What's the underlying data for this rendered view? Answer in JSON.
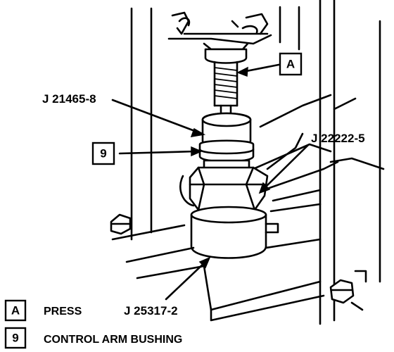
{
  "callouts": {
    "j21465": "J 21465-8",
    "j22222": "J 22222-5",
    "j25317": "J 25317-2",
    "box_a": "A",
    "box_9": "9"
  },
  "legend": [
    {
      "key": "A",
      "text": "PRESS"
    },
    {
      "key": "9",
      "text": "CONTROL ARM BUSHING"
    }
  ]
}
